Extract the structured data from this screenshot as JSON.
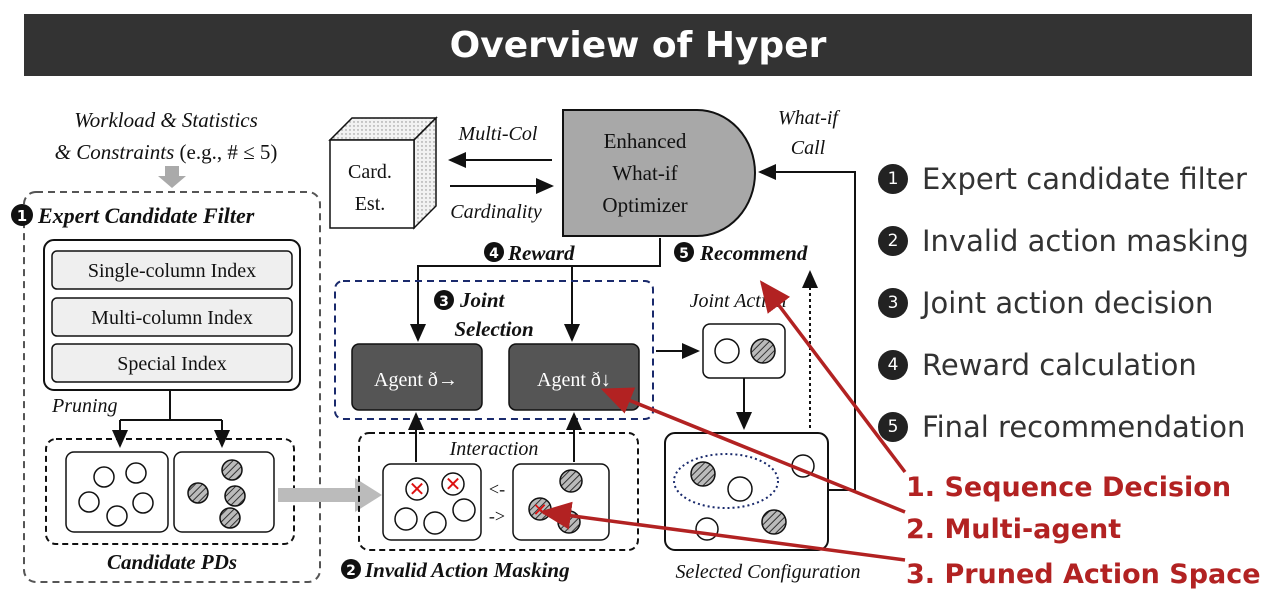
{
  "title": "Overview of Hyper",
  "diagram": {
    "input_line1": "Workload & Statistics",
    "input_line2_italic": "& Constraints",
    "input_line2_rest": " (e.g., # ≤ 5)",
    "filter_title": "Expert Candidate Filter",
    "filter_number": "1",
    "index_types": [
      "Single-column  Index",
      "Multi-column  Index",
      "Special Index"
    ],
    "pruning": "Pruning",
    "candidate_pds": "Candidate PDs",
    "card_est_line1": "Card.",
    "card_est_line2": "Est.",
    "multi_col": "Multi-Col",
    "cardinality": "Cardinality",
    "optimizer_lines": [
      "Enhanced",
      "What-if",
      "Optimizer"
    ],
    "whatif_call_line1": "What-if",
    "whatif_call_line2": "Call",
    "reward": "Reward",
    "reward_number": "4",
    "recommend": "Recommend",
    "recommend_number": "5",
    "joint_selection_line1": "Joint",
    "joint_selection_line2": "Selection",
    "joint_selection_number": "3",
    "agent1": "Agent ð→",
    "agent2": "Agent ð↓",
    "joint_action": "Joint Action",
    "interaction": "Interaction",
    "masking_arrow_left": "<-",
    "masking_arrow_right": "->",
    "masking": "Invalid Action Masking",
    "masking_number": "2",
    "selected_config": "Selected Configuration"
  },
  "legend": [
    {
      "num": "1",
      "text": "Expert candidate filter"
    },
    {
      "num": "2",
      "text": "Invalid action masking"
    },
    {
      "num": "3",
      "text": "Joint action decision"
    },
    {
      "num": "4",
      "text": "Reward calculation"
    },
    {
      "num": "5",
      "text": "Final recommendation"
    }
  ],
  "features": [
    "1.  Sequence Decision",
    "2.  Multi-agent",
    "3.  Pruned Action Space"
  ],
  "colors": {
    "title_bg": "#333333",
    "accent_red": "#b22222",
    "agent_fill": "#555555",
    "optimizer_fill": "#a8a8a8"
  }
}
